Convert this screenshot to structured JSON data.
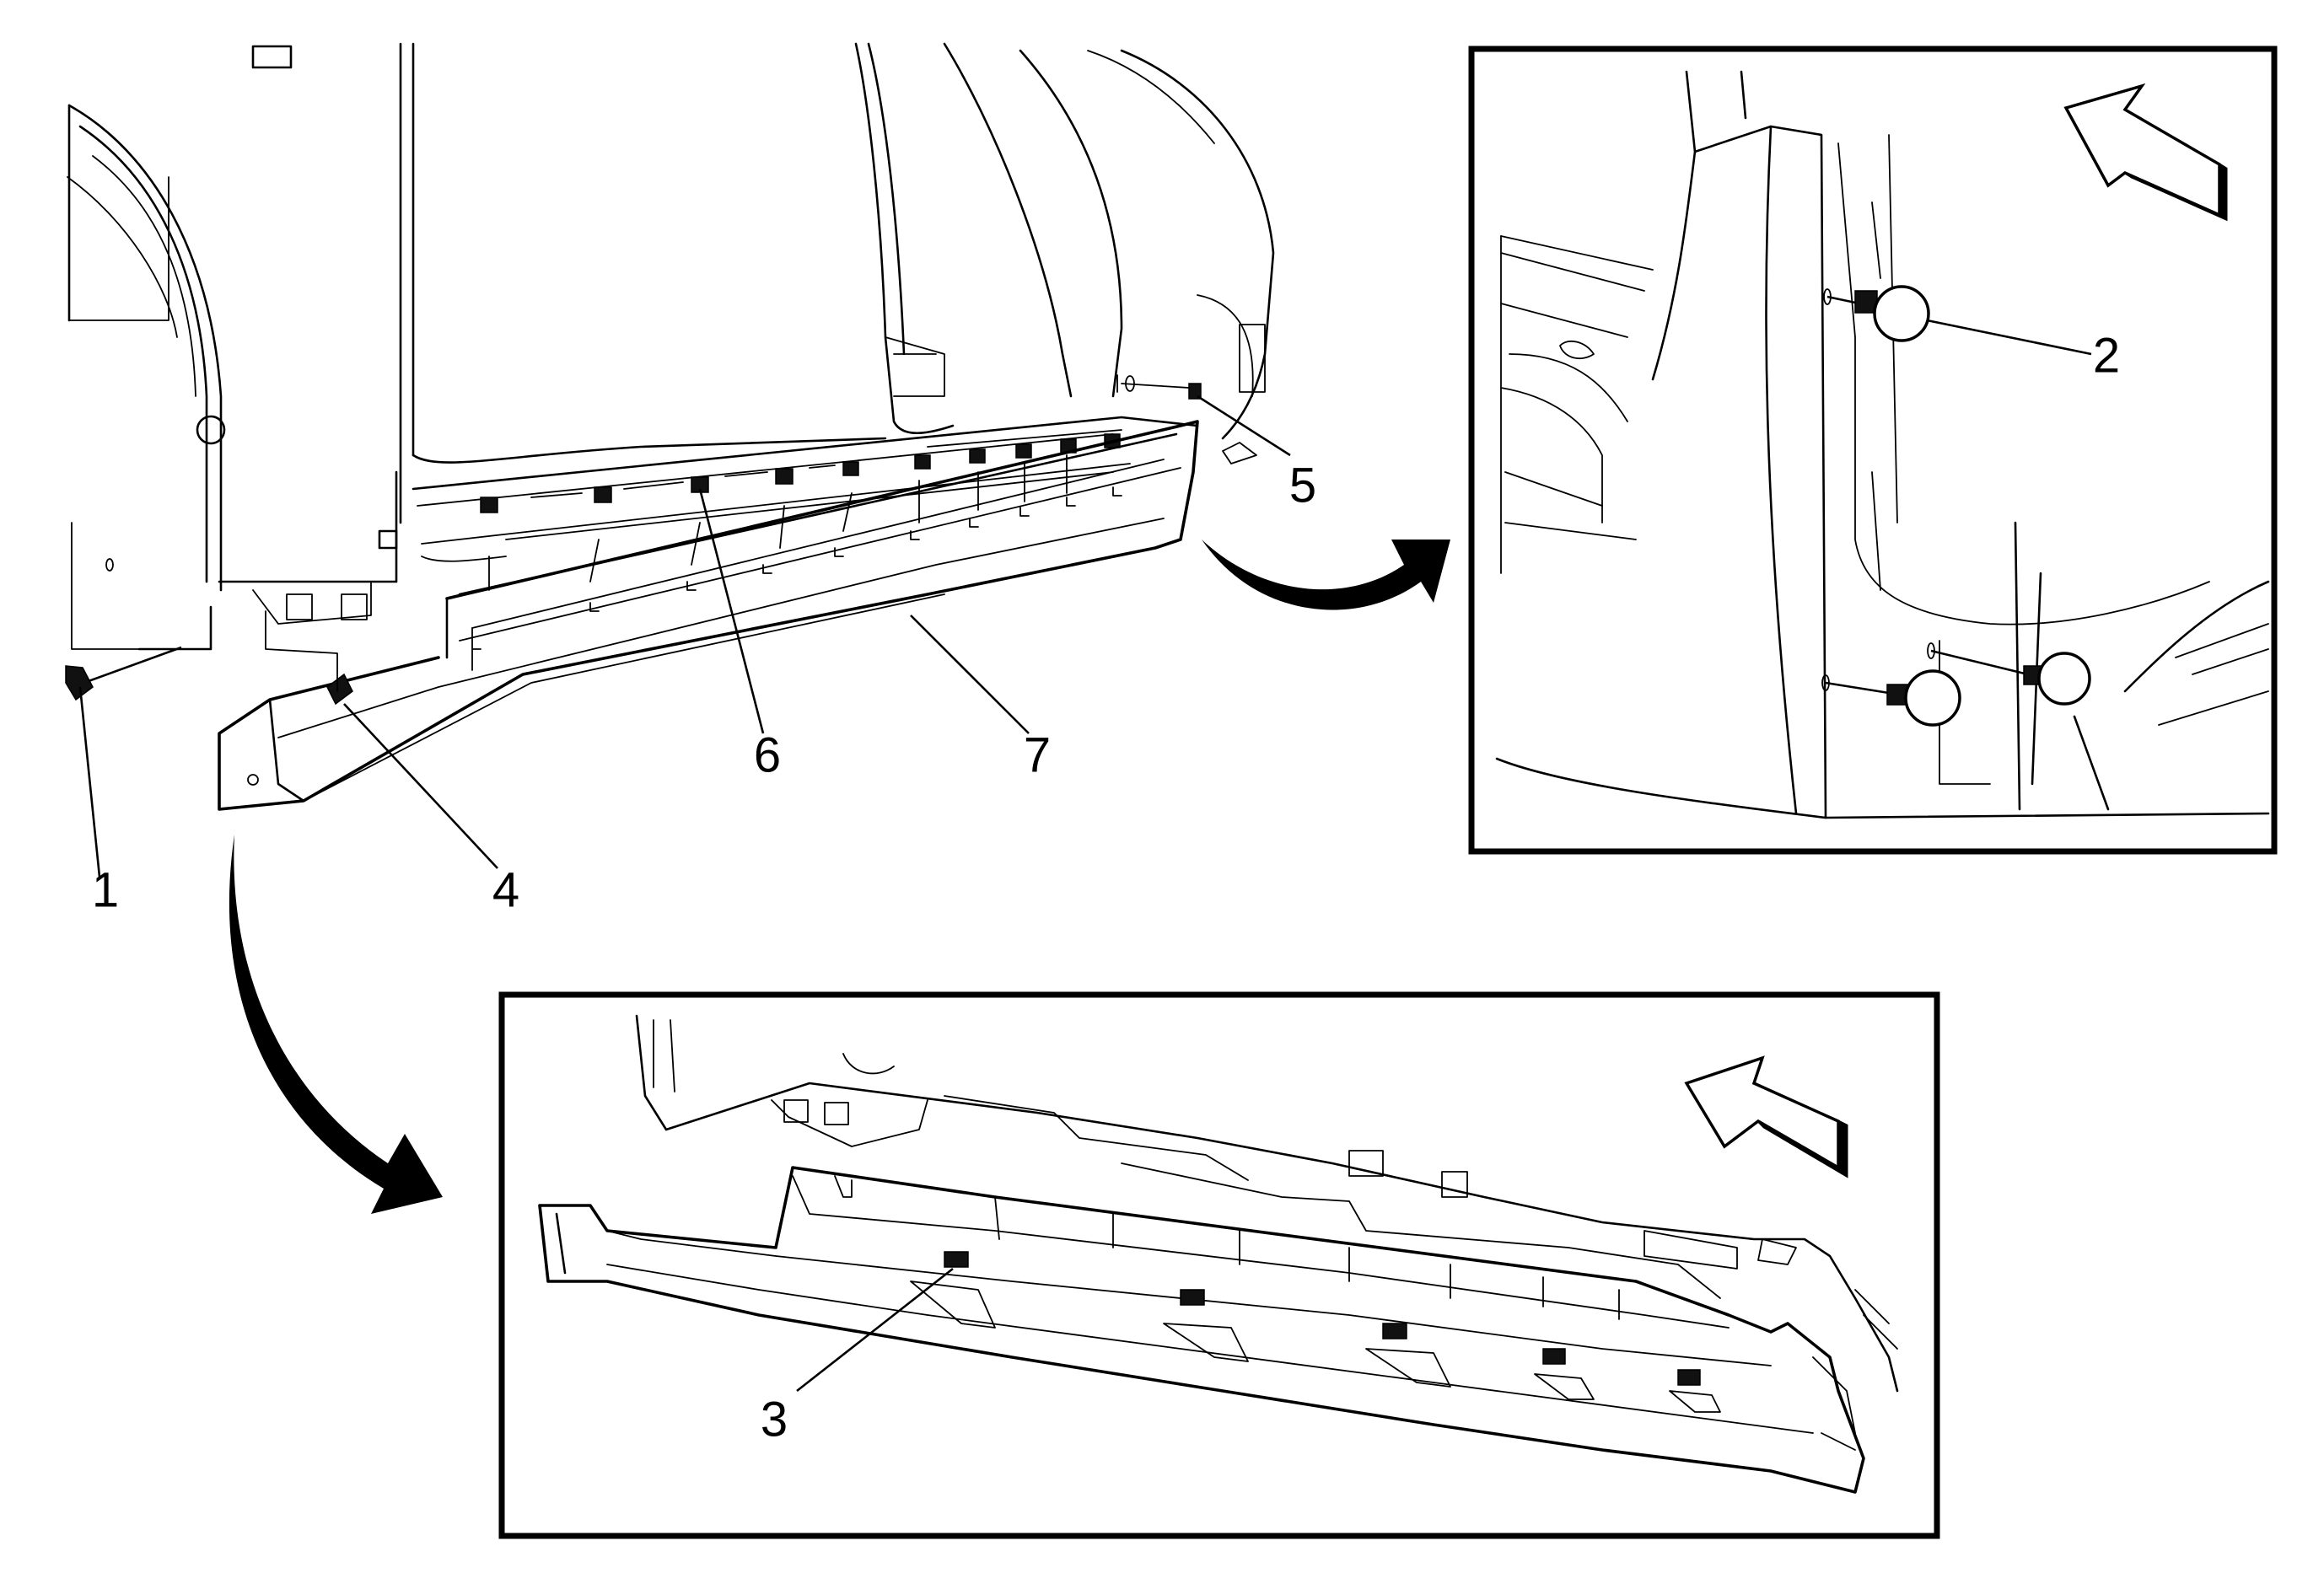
{
  "figure": {
    "callouts": {
      "c1": "1",
      "c2": "2",
      "c3": "3",
      "c4": "4",
      "c5": "5",
      "c6": "6",
      "c7": "7"
    },
    "colors": {
      "ink": "#000000",
      "paper": "#ffffff"
    },
    "icons": {
      "view_arrow": "curved-arrow-icon",
      "direction_arrow": "direction-arrow-icon",
      "retainer": "retainer-clip-icon",
      "plug": "plug-icon"
    }
  }
}
